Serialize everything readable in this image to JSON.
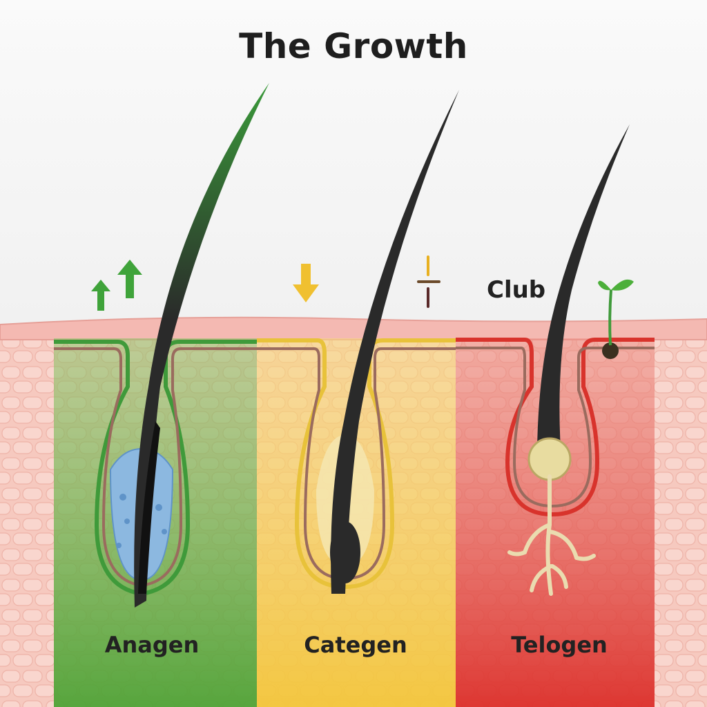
{
  "title": "The Growth",
  "phases": [
    {
      "label": "Anagen",
      "color": "#5aa83a"
    },
    {
      "label": "Categen",
      "color": "#f2c53a"
    },
    {
      "label": "Telogen",
      "color": "#d8332c"
    }
  ],
  "annotations": {
    "club": "Club"
  },
  "colors": {
    "skin_surface": "#f4b9b2",
    "hair": "#2a2a2a",
    "anagen_hair_tip": "#3a9a3a",
    "bulb_fluid": "#8cb8e0",
    "club_bulb": "#e8dca0"
  },
  "icons": [
    "up-arrows-icon",
    "down-arrow-icon",
    "pause-bar-icon",
    "sprout-icon",
    "roots-icon"
  ]
}
